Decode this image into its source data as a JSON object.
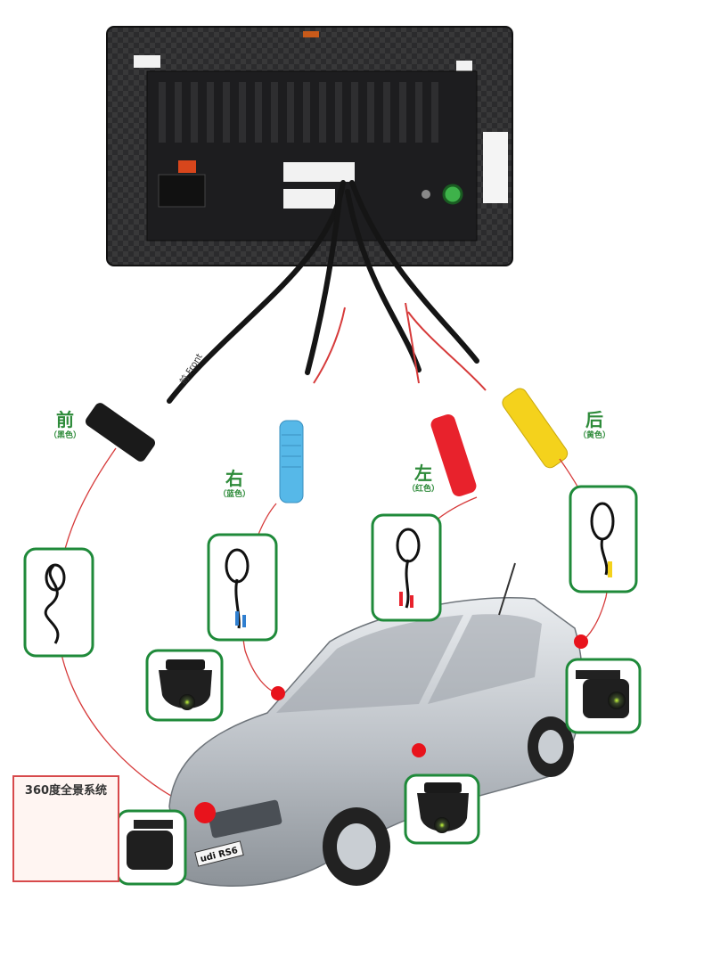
{
  "labels": {
    "front": {
      "name": "前",
      "color": "（黑色）"
    },
    "right": {
      "name": "右",
      "color": "（蓝色）"
    },
    "left": {
      "name": "左",
      "color": "（红色）"
    },
    "rear": {
      "name": "后",
      "color": "（黄色）"
    }
  },
  "badge": {
    "title": "360度全景系统"
  },
  "wire_label": "前 Front",
  "car_plate": "udi RS6",
  "colors": {
    "frame": "#1f8a3a",
    "wire": "#d63a3a",
    "marker": "#e8131c",
    "label": "#2e8b3a",
    "plug_blue": "#56b8e8",
    "plug_red": "#e8222c",
    "plug_yellow": "#f4d21c",
    "plug_black": "#1a1a1a"
  },
  "icons": [
    "head-unit",
    "camera-cable-icon",
    "dome-camera-icon",
    "bracket-camera-icon",
    "car-icon",
    "panorama-system-icon"
  ]
}
